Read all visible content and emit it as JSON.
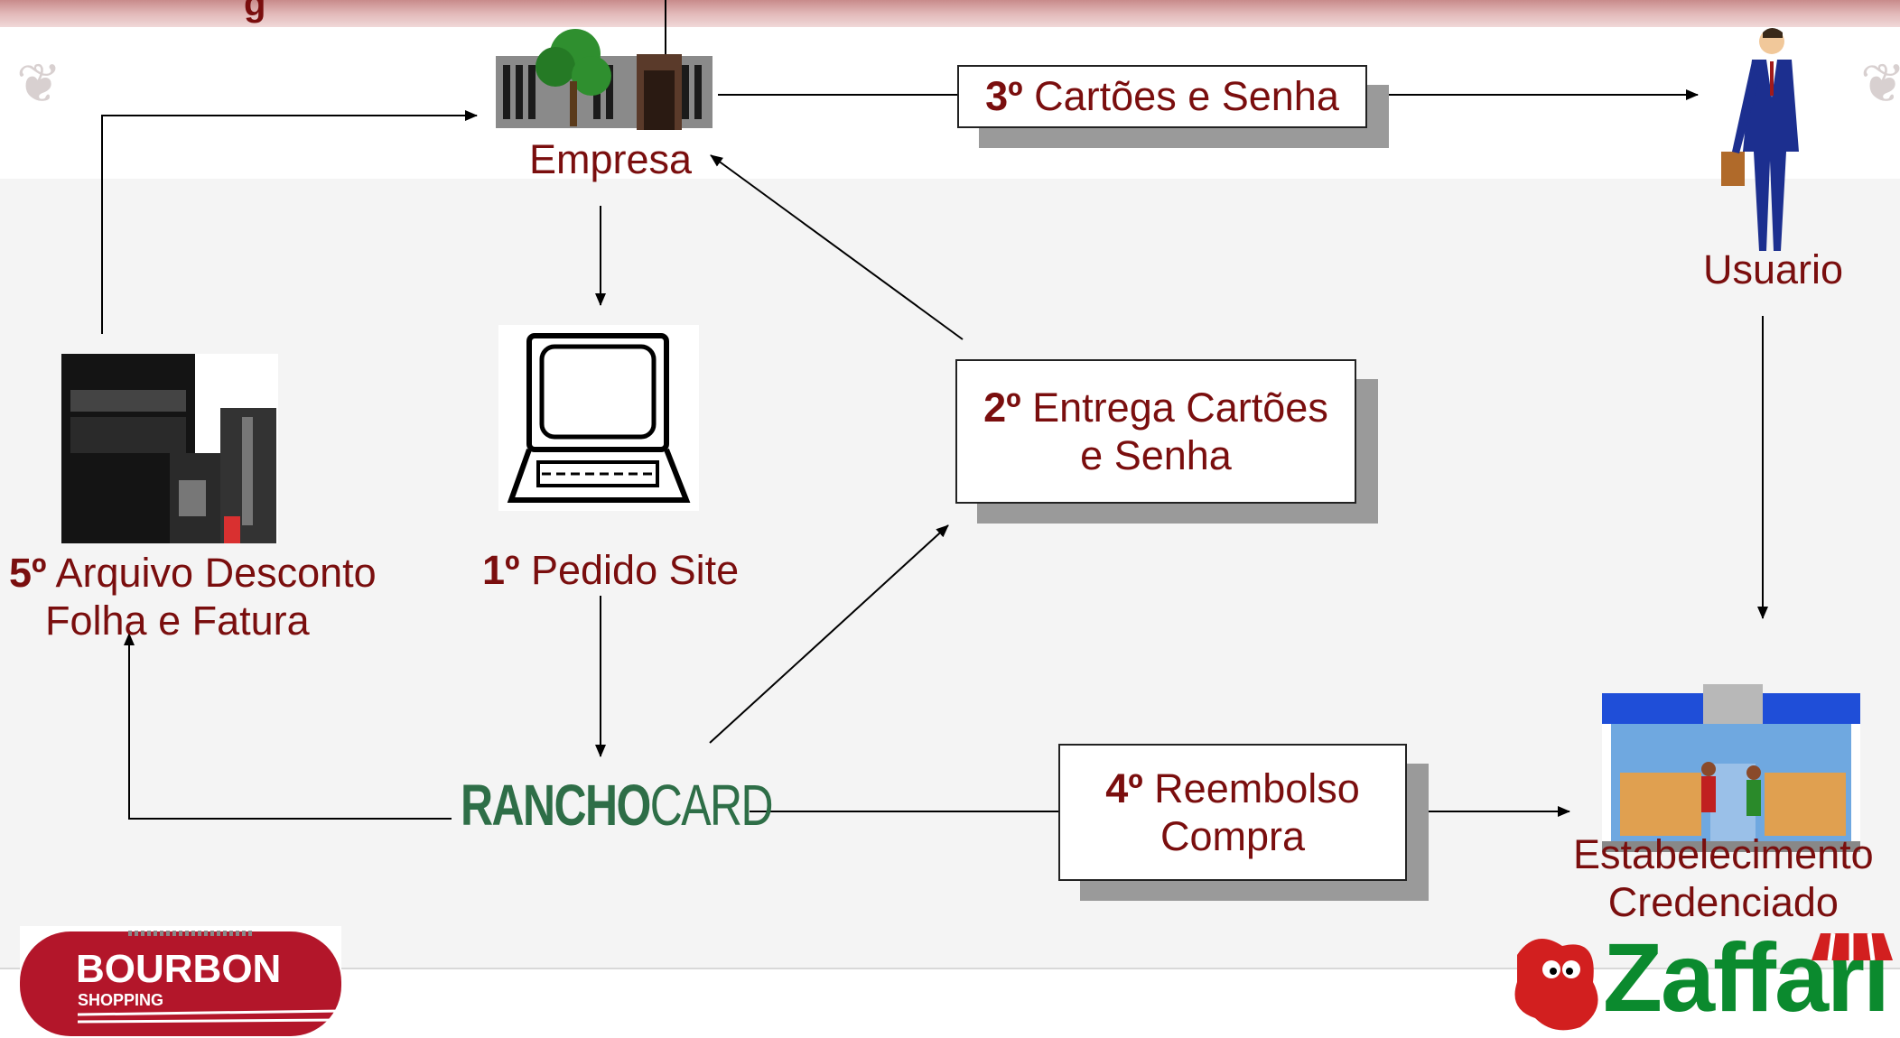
{
  "header": {
    "title": "g"
  },
  "nodes": {
    "empresa": "Empresa",
    "usuario": "Usuario",
    "pedido": {
      "num": "1º",
      "text": "Pedido Site"
    },
    "arquivo": {
      "num": "5º",
      "line1": "Arquivo Desconto",
      "line2": "Folha e Fatura"
    },
    "estabelecimento": {
      "line1": "Estabelecimento",
      "line2": "Credenciado"
    }
  },
  "steps": {
    "step3": {
      "num": "3º",
      "text": "Cartões e Senha"
    },
    "step2": {
      "num": "2º",
      "line1": "Entrega Cartões",
      "line2": "e Senha"
    },
    "step4": {
      "num": "4º",
      "line1": "Reembolso",
      "line2": "Compra"
    }
  },
  "logos": {
    "ranchocard": {
      "part1": "RANCHO",
      "part2": "CARD"
    },
    "bourbon": {
      "line1": "BOURBON",
      "line2": "SHOPPING"
    },
    "zaffari": "Zaffari"
  }
}
